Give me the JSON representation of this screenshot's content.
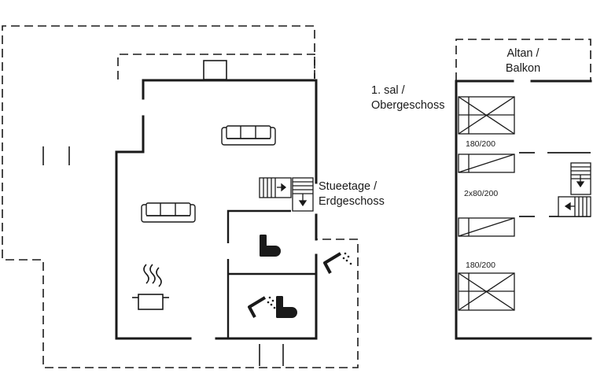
{
  "labels": {
    "ground_floor_line1": "Stueetage /",
    "ground_floor_line2": "Erdgeschoss",
    "upper_floor_line1": "1. sal /",
    "upper_floor_line2": "Obergeschoss",
    "balcony_line1": "Altan /",
    "balcony_line2": "Balkon",
    "bed_top": "180/200",
    "bed_middle": "2x80/200",
    "bed_bottom": "180/200"
  },
  "icons": [
    "sofa-icon",
    "toilet-icon",
    "shower-icon",
    "cooking-pot-icon",
    "stairs-icon",
    "bed-icon"
  ],
  "colors": {
    "line": "#1a1a1a",
    "background": "#ffffff"
  }
}
